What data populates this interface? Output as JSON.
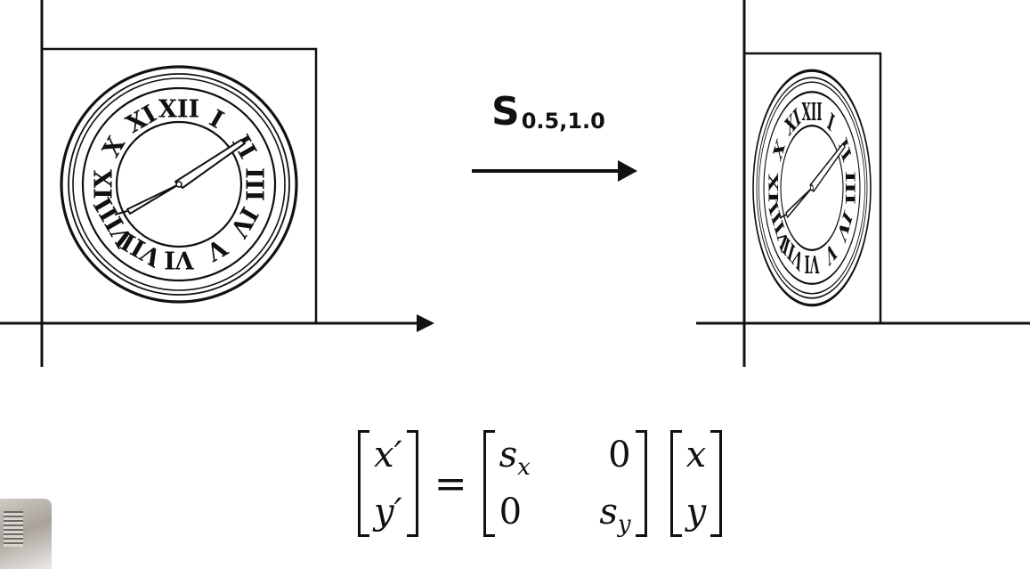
{
  "transform": {
    "symbol": "S",
    "subscript": "0.5,1.0"
  },
  "equation": {
    "lhs": [
      "x′",
      "y′"
    ],
    "equals": "=",
    "matrix": [
      [
        "s",
        "x",
        "0"
      ],
      [
        "0",
        "s",
        "y"
      ]
    ],
    "rhs": [
      "x",
      "y"
    ]
  },
  "clock": {
    "numerals": [
      "XII",
      "I",
      "II",
      "III",
      "IV",
      "V",
      "VI",
      "VII",
      "VIII",
      "IX",
      "X",
      "XI"
    ]
  },
  "colors": {
    "ink": "#111111",
    "background": "#ffffff"
  }
}
